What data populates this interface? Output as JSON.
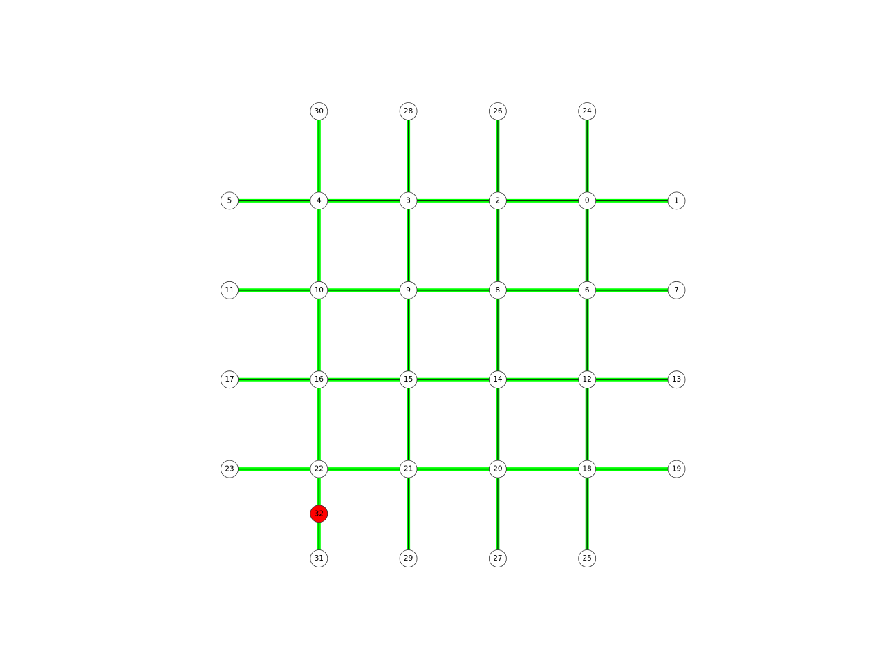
{
  "graph": {
    "default_node_color": "#ffffff",
    "edge_color": "#00ff00",
    "edge_core_color": "#0b2a0b",
    "nodes": [
      {
        "id": "0",
        "label": "0",
        "row": 1,
        "col": 4
      },
      {
        "id": "1",
        "label": "1",
        "row": 1,
        "col": 5
      },
      {
        "id": "2",
        "label": "2",
        "row": 1,
        "col": 3
      },
      {
        "id": "3",
        "label": "3",
        "row": 1,
        "col": 2
      },
      {
        "id": "4",
        "label": "4",
        "row": 1,
        "col": 1
      },
      {
        "id": "5",
        "label": "5",
        "row": 1,
        "col": 0
      },
      {
        "id": "6",
        "label": "6",
        "row": 2,
        "col": 4
      },
      {
        "id": "7",
        "label": "7",
        "row": 2,
        "col": 5
      },
      {
        "id": "8",
        "label": "8",
        "row": 2,
        "col": 3
      },
      {
        "id": "9",
        "label": "9",
        "row": 2,
        "col": 2
      },
      {
        "id": "10",
        "label": "10",
        "row": 2,
        "col": 1
      },
      {
        "id": "11",
        "label": "11",
        "row": 2,
        "col": 0
      },
      {
        "id": "12",
        "label": "12",
        "row": 3,
        "col": 4
      },
      {
        "id": "13",
        "label": "13",
        "row": 3,
        "col": 5
      },
      {
        "id": "14",
        "label": "14",
        "row": 3,
        "col": 3
      },
      {
        "id": "15",
        "label": "15",
        "row": 3,
        "col": 2
      },
      {
        "id": "16",
        "label": "16",
        "row": 3,
        "col": 1
      },
      {
        "id": "17",
        "label": "17",
        "row": 3,
        "col": 0
      },
      {
        "id": "18",
        "label": "18",
        "row": 4,
        "col": 4
      },
      {
        "id": "19",
        "label": "19",
        "row": 4,
        "col": 5
      },
      {
        "id": "20",
        "label": "20",
        "row": 4,
        "col": 3
      },
      {
        "id": "21",
        "label": "21",
        "row": 4,
        "col": 2
      },
      {
        "id": "22",
        "label": "22",
        "row": 4,
        "col": 1
      },
      {
        "id": "23",
        "label": "23",
        "row": 4,
        "col": 0
      },
      {
        "id": "24",
        "label": "24",
        "row": 0,
        "col": 4
      },
      {
        "id": "25",
        "label": "25",
        "row": 5,
        "col": 4
      },
      {
        "id": "26",
        "label": "26",
        "row": 0,
        "col": 3
      },
      {
        "id": "27",
        "label": "27",
        "row": 5,
        "col": 3
      },
      {
        "id": "28",
        "label": "28",
        "row": 0,
        "col": 2
      },
      {
        "id": "29",
        "label": "29",
        "row": 5,
        "col": 2
      },
      {
        "id": "30",
        "label": "30",
        "row": 0,
        "col": 1
      },
      {
        "id": "31",
        "label": "31",
        "row": 5,
        "col": 1
      },
      {
        "id": "32",
        "label": "32",
        "row": 4.5,
        "col": 1,
        "highlight": true,
        "color": "#ff0000"
      }
    ],
    "edges": [
      [
        "5",
        "4"
      ],
      [
        "4",
        "3"
      ],
      [
        "3",
        "2"
      ],
      [
        "2",
        "0"
      ],
      [
        "0",
        "1"
      ],
      [
        "11",
        "10"
      ],
      [
        "10",
        "9"
      ],
      [
        "9",
        "8"
      ],
      [
        "8",
        "6"
      ],
      [
        "6",
        "7"
      ],
      [
        "17",
        "16"
      ],
      [
        "16",
        "15"
      ],
      [
        "15",
        "14"
      ],
      [
        "14",
        "12"
      ],
      [
        "12",
        "13"
      ],
      [
        "23",
        "22"
      ],
      [
        "22",
        "21"
      ],
      [
        "21",
        "20"
      ],
      [
        "20",
        "18"
      ],
      [
        "18",
        "19"
      ],
      [
        "30",
        "4"
      ],
      [
        "4",
        "10"
      ],
      [
        "10",
        "16"
      ],
      [
        "16",
        "22"
      ],
      [
        "22",
        "32"
      ],
      [
        "32",
        "31"
      ],
      [
        "28",
        "3"
      ],
      [
        "3",
        "9"
      ],
      [
        "9",
        "15"
      ],
      [
        "15",
        "21"
      ],
      [
        "21",
        "29"
      ],
      [
        "26",
        "2"
      ],
      [
        "2",
        "8"
      ],
      [
        "8",
        "14"
      ],
      [
        "14",
        "20"
      ],
      [
        "20",
        "27"
      ],
      [
        "24",
        "0"
      ],
      [
        "0",
        "6"
      ],
      [
        "6",
        "12"
      ],
      [
        "12",
        "18"
      ],
      [
        "18",
        "25"
      ]
    ]
  }
}
